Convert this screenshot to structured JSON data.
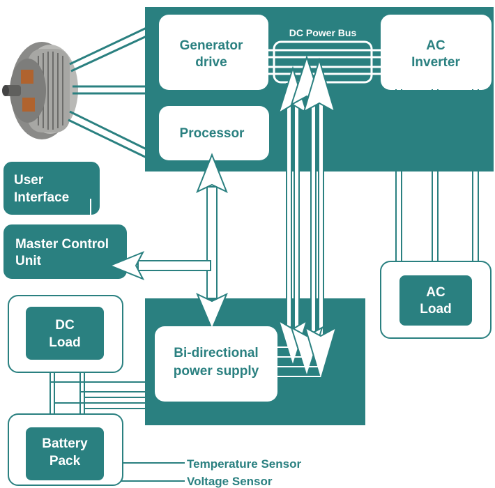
{
  "colors": {
    "teal": "#2a8080",
    "white": "#ffffff"
  },
  "blocks": {
    "generator_drive": [
      "Generator",
      "drive"
    ],
    "dc_power_bus": "DC Power Bus",
    "ac_inverter": [
      "AC",
      "Inverter"
    ],
    "processor": "Processor",
    "user_interface": [
      "User",
      "Interface"
    ],
    "master_control_unit": [
      "Master Control",
      "Unit"
    ],
    "dc_load": [
      "DC",
      "Load"
    ],
    "bidirectional_power_supply": [
      "Bi-directional",
      "power supply"
    ],
    "ac_load": [
      "AC",
      "Load"
    ],
    "battery_pack": [
      "Battery",
      "Pack"
    ]
  },
  "sensors": {
    "temperature": "Temperature Sensor",
    "voltage": "Voltage Sensor"
  },
  "icons": {
    "generator": "generator-icon"
  }
}
